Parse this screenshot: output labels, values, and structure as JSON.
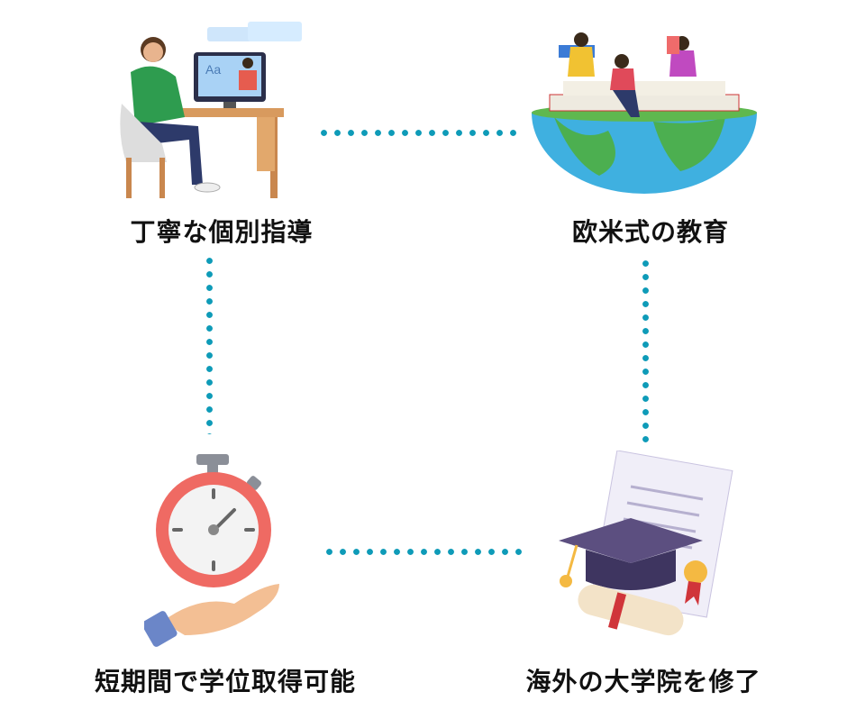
{
  "colors": {
    "dots": "#0e9bb8"
  },
  "items": [
    {
      "label": "丁寧な個別指導",
      "icon": "online-tutor-icon"
    },
    {
      "label": "欧米式の教育",
      "icon": "globe-books-icon"
    },
    {
      "label": "短期間で学位取得可能",
      "icon": "stopwatch-hand-icon"
    },
    {
      "label": "海外の大学院を修了",
      "icon": "graduation-diploma-icon"
    }
  ]
}
